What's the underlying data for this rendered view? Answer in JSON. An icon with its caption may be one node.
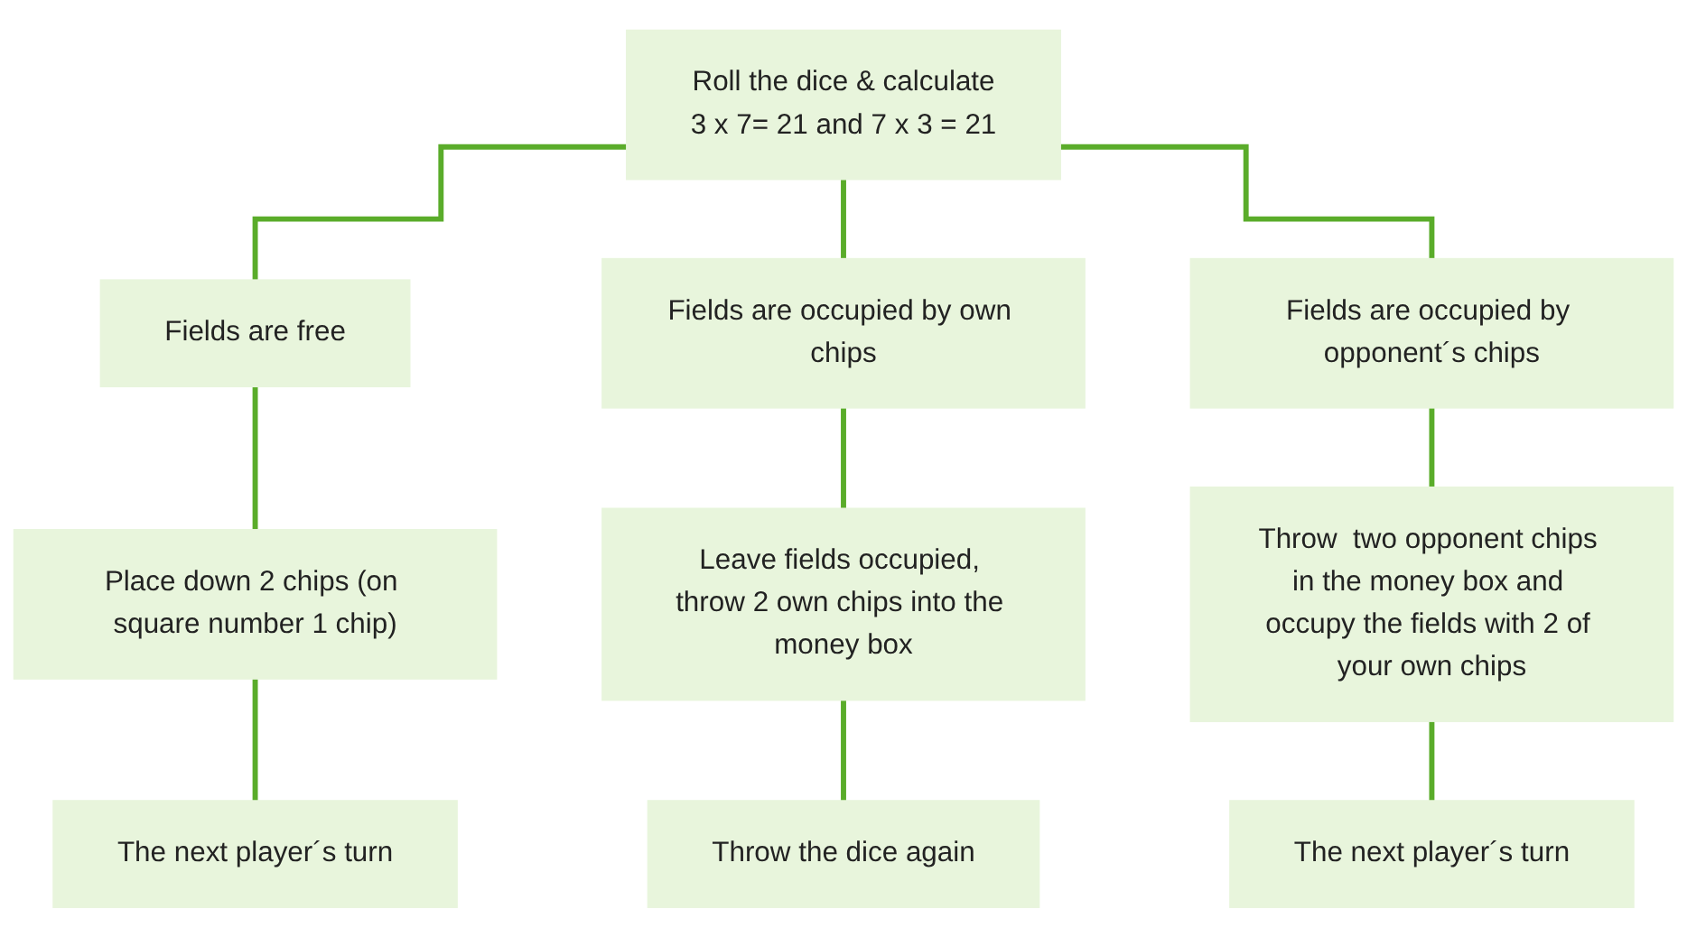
{
  "diagram": {
    "nodes": [
      {
        "text": [
          "Roll the dice & calculate",
          "3 x 7= 21 and 7 x 3 = 21"
        ]
      },
      {
        "text": [
          "Fields are free"
        ]
      },
      {
        "text": [
          "Fields are occupied by own chips"
        ]
      },
      {
        "text": [
          "Fields are occupied by opponent´s chips"
        ]
      },
      {
        "text": [
          "Place down 2 chips (on square number 1 chip)"
        ]
      },
      {
        "text": [
          "Leave fields occupied, throw 2 own chips into the money box"
        ]
      },
      {
        "text": [
          "Throw  two opponent chips in the money box and occupy the fields with 2 of your own chips"
        ]
      },
      {
        "text": [
          "The next player´s turn"
        ]
      },
      {
        "text": [
          "Throw the dice again"
        ]
      },
      {
        "text": [
          "The next player´s turn"
        ]
      }
    ],
    "edges": [
      {
        "from": 0,
        "to": 1,
        "arrow": "none"
      },
      {
        "from": 0,
        "to": 2,
        "arrow": "none"
      },
      {
        "from": 0,
        "to": 3,
        "arrow": "none"
      },
      {
        "from": 1,
        "to": 4,
        "arrow": "none"
      },
      {
        "from": 2,
        "to": 5,
        "arrow": "none"
      },
      {
        "from": 3,
        "to": 6,
        "arrow": "none"
      },
      {
        "from": 4,
        "to": 7,
        "arrow": "none"
      },
      {
        "from": 5,
        "to": 8,
        "arrow": "none"
      },
      {
        "from": 6,
        "to": 9,
        "arrow": "none"
      }
    ]
  }
}
